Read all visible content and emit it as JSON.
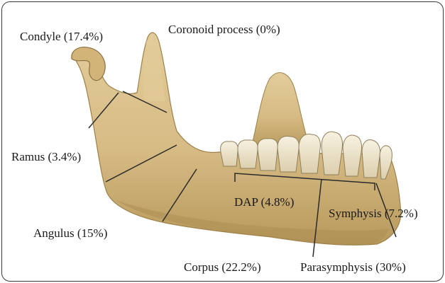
{
  "labels": {
    "condyle": "Condyle (17.4%)",
    "coronoid": "Coronoid process (0%)",
    "ramus": "Ramus (3.4%)",
    "angulus": "Angulus (15%)",
    "dap": "DAP (4.8%)",
    "symphysis": "Symphysis (7.2%)",
    "corpus": "Corpus (22.2%)",
    "parasymphysis": "Parasymphysis (30%)"
  },
  "colors": {
    "bone": "#d9c08c",
    "bone_shadow": "#b79a60",
    "bone_dark": "#8c7040",
    "tooth": "#f1ead6",
    "lines": "#2b2b2b",
    "frame": "#3a3a3a"
  }
}
